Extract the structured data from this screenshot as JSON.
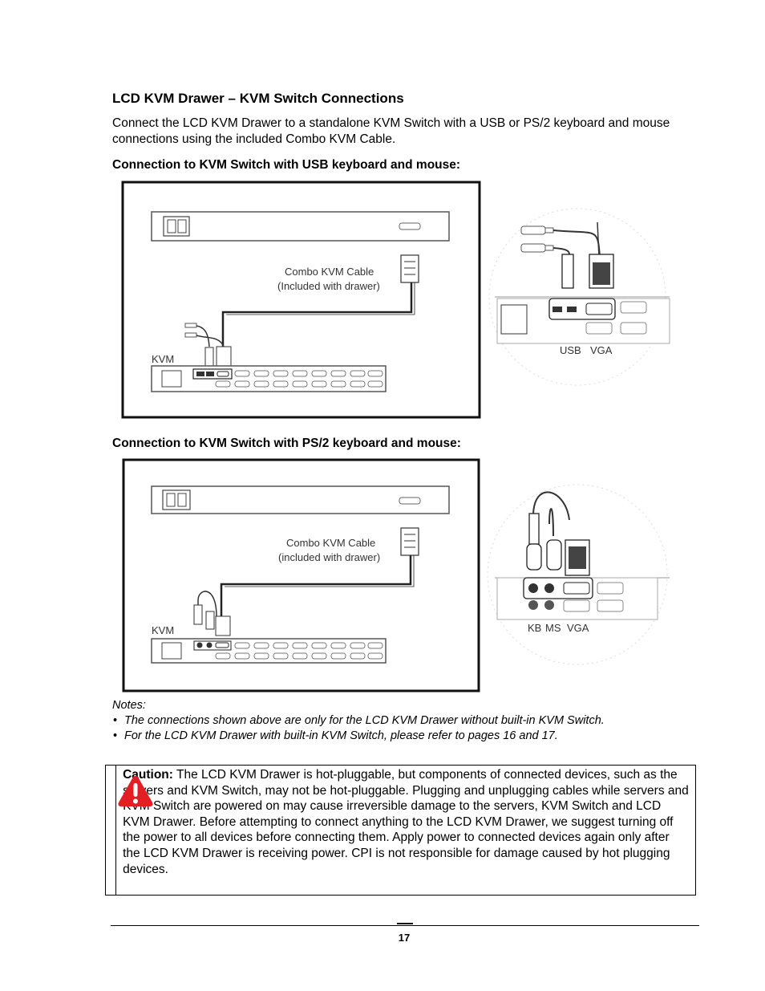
{
  "section_title": "LCD KVM Drawer – KVM Switch Connections",
  "intro": "Connect the LCD KVM Drawer to a standalone KVM Switch with a USB or PS/2 keyboard and mouse connections using the included Combo KVM Cable.",
  "usb": {
    "heading": "Connection to KVM Switch with USB keyboard and mouse:",
    "cable_label_line1": "Combo KVM Cable",
    "cable_label_line2": "(Included with drawer)",
    "kvm_label": "KVM",
    "port_label_usb": "USB",
    "port_label_vga": "VGA"
  },
  "ps2": {
    "heading": "Connection to KVM Switch with PS/2 keyboard and mouse:",
    "cable_label_line1": "Combo KVM Cable",
    "cable_label_line2": "(included with drawer)",
    "kvm_label": "KVM",
    "port_label_kb": "KB",
    "port_label_ms": "MS",
    "port_label_vga": "VGA"
  },
  "notes": {
    "title": "Notes:",
    "items": [
      "The connections shown above are only for the LCD KVM Drawer without built-in KVM Switch.",
      "For the LCD KVM Drawer with built-in KVM Switch, please refer to pages 16 and 17."
    ]
  },
  "caution": {
    "label": "Caution:",
    "text": " The LCD KVM Drawer is hot-pluggable, but components of connected devices, such as the servers and KVM Switch, may not be hot-pluggable. Plugging and unplugging cables while servers and KVM Switch are powered on may cause irreversible damage to the servers, KVM Switch and LCD KVM Drawer. Before attempting to connect anything to the LCD KVM Drawer, we suggest turning off the power to all devices before connecting them. Apply power to connected devices again only after the LCD KVM Drawer is receiving power. CPI is not responsible for damage caused by hot plugging devices.",
    "icon": "warning-triangle-icon",
    "icon_color": "#e31e24"
  },
  "page_number": "17"
}
